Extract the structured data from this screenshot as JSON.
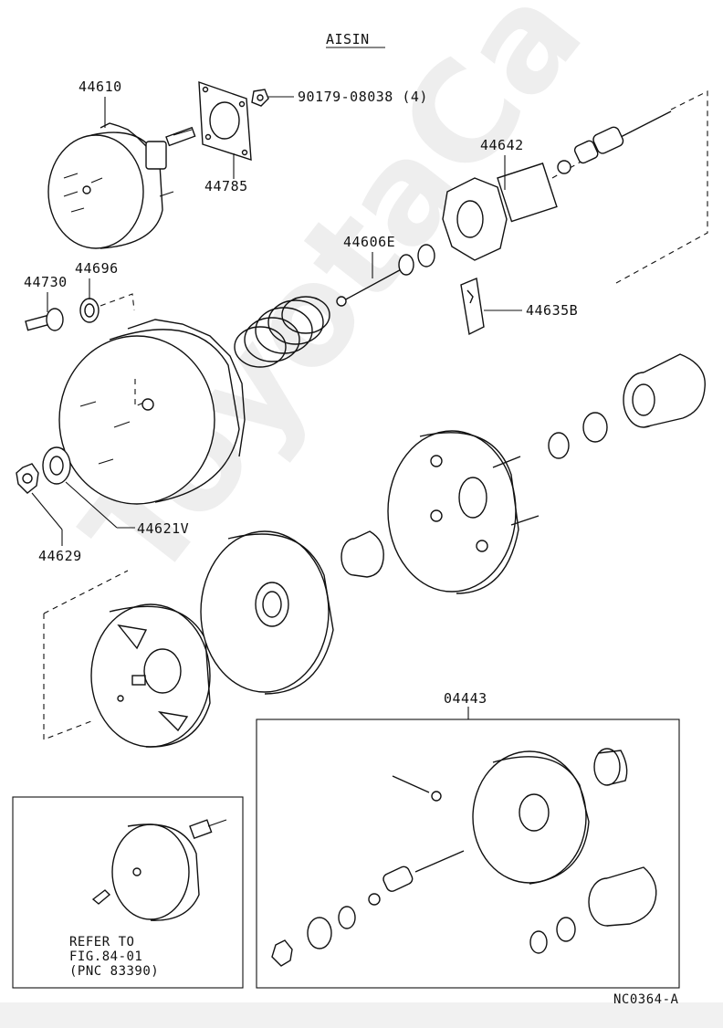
{
  "header": {
    "title": "AISIN"
  },
  "parts": {
    "p44610": "44610",
    "p44785": "44785",
    "p90179": "90179-08038 (4)",
    "p44642": "44642",
    "p44606e": "44606E",
    "p44635b": "44635B",
    "p44730": "44730",
    "p44696": "44696",
    "p44621v": "44621V",
    "p44629": "44629",
    "p04443": "04443"
  },
  "refer_note": {
    "line1": "REFER TO",
    "line2": "FIG.84-01",
    "line3": "(PNC 83390)"
  },
  "figure_code": "NC0364-A",
  "watermark": "ToyotaCa"
}
